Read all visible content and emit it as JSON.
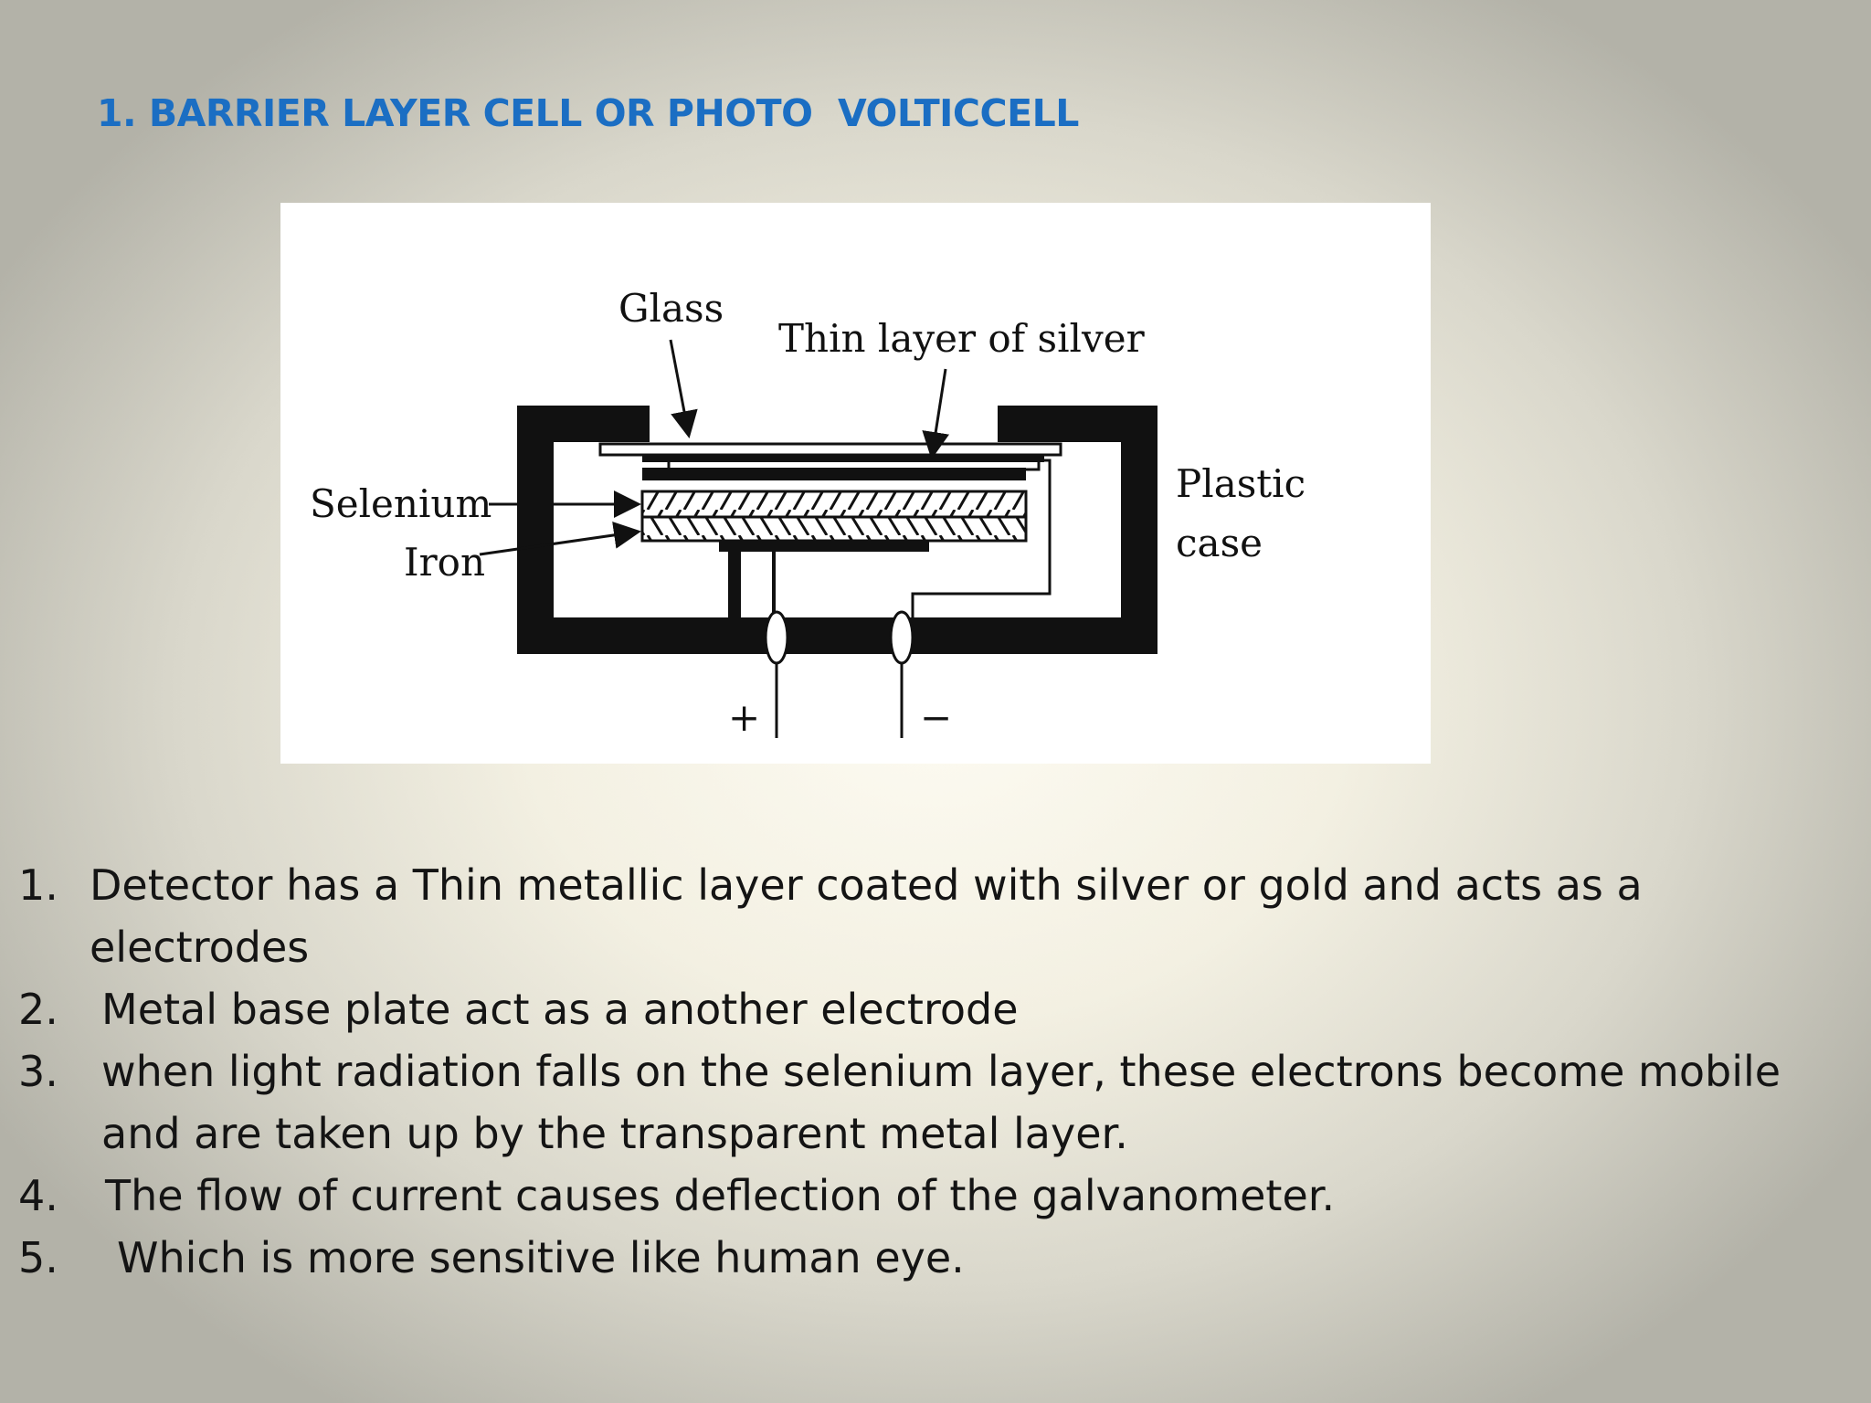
{
  "slide": {
    "title": "1. BARRIER LAYER CELL OR PHOTO  VOLTICCELL"
  },
  "diagram": {
    "labels": {
      "glass": "Glass",
      "thin_silver": "Thin layer of silver",
      "selenium": "Selenium",
      "iron": "Iron",
      "plastic": "Plastic",
      "case": "case",
      "plus": "+",
      "minus": "−"
    }
  },
  "points": [
    {
      "num": "1.",
      "text": "Detector has a Thin metallic layer coated with silver or gold and acts as a electrodes"
    },
    {
      "num": "2.",
      "text": "Metal base plate act as a another electrode"
    },
    {
      "num": "3.",
      "text": "when light radiation falls on the selenium layer, these electrons become mobile and are taken up by the transparent metal layer."
    },
    {
      "num": "4.",
      "text": "The flow of current causes deflection of the galvanometer."
    },
    {
      "num": "5.",
      "text": "Which is more sensitive like human eye."
    }
  ],
  "colors": {
    "title": "#1b6ec3",
    "text": "#141414"
  }
}
